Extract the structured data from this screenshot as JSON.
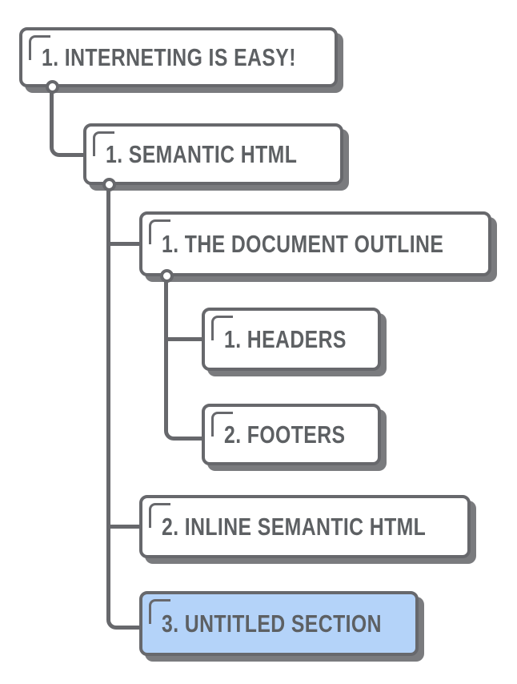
{
  "diagram": {
    "type": "document-outline-tree",
    "background": "#ffffff",
    "colors": {
      "box_border": "#67686c",
      "box_fill": "#ffffff",
      "box_shadow": "#7a7b7e",
      "text": "#5d6063",
      "connector": "#67686c",
      "highlight_fill": "#b4d3f9"
    },
    "nodes": [
      {
        "label": "1. INTERNETING IS EASY!",
        "depth": 0,
        "parent": null,
        "highlighted": false
      },
      {
        "label": "1. SEMANTIC HTML",
        "depth": 1,
        "parent": 0,
        "highlighted": false
      },
      {
        "label": "1. THE DOCUMENT OUTLINE",
        "depth": 2,
        "parent": 1,
        "highlighted": false
      },
      {
        "label": "1. HEADERS",
        "depth": 3,
        "parent": 2,
        "highlighted": false
      },
      {
        "label": "2. FOOTERS",
        "depth": 3,
        "parent": 2,
        "highlighted": false
      },
      {
        "label": "2. INLINE SEMANTIC HTML",
        "depth": 2,
        "parent": 1,
        "highlighted": false
      },
      {
        "label": "3. UNTITLED SECTION",
        "depth": 2,
        "parent": 1,
        "highlighted": true
      }
    ]
  }
}
